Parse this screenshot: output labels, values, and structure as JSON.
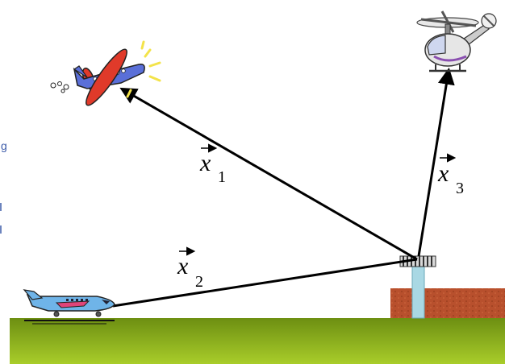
{
  "vectors": [
    {
      "id": "x1",
      "symbol": "x",
      "subscript": "1",
      "target": "airplane"
    },
    {
      "id": "x2",
      "symbol": "x",
      "subscript": "2",
      "target": "jet"
    },
    {
      "id": "x3",
      "symbol": "x",
      "subscript": "3",
      "target": "helicopter"
    }
  ],
  "edge_fragment": "g",
  "colors": {
    "ground_top": "#6d8f12",
    "ground_bottom": "#a9cd2a",
    "brick": "#b8502d",
    "tower": "#a9d8e4",
    "airplane_body": "#5a6fd8",
    "airplane_wing": "#e03a2a",
    "spark": "#f3e34a"
  },
  "icons": [
    "airplane-icon",
    "helicopter-icon",
    "jet-icon",
    "control-tower-icon"
  ]
}
